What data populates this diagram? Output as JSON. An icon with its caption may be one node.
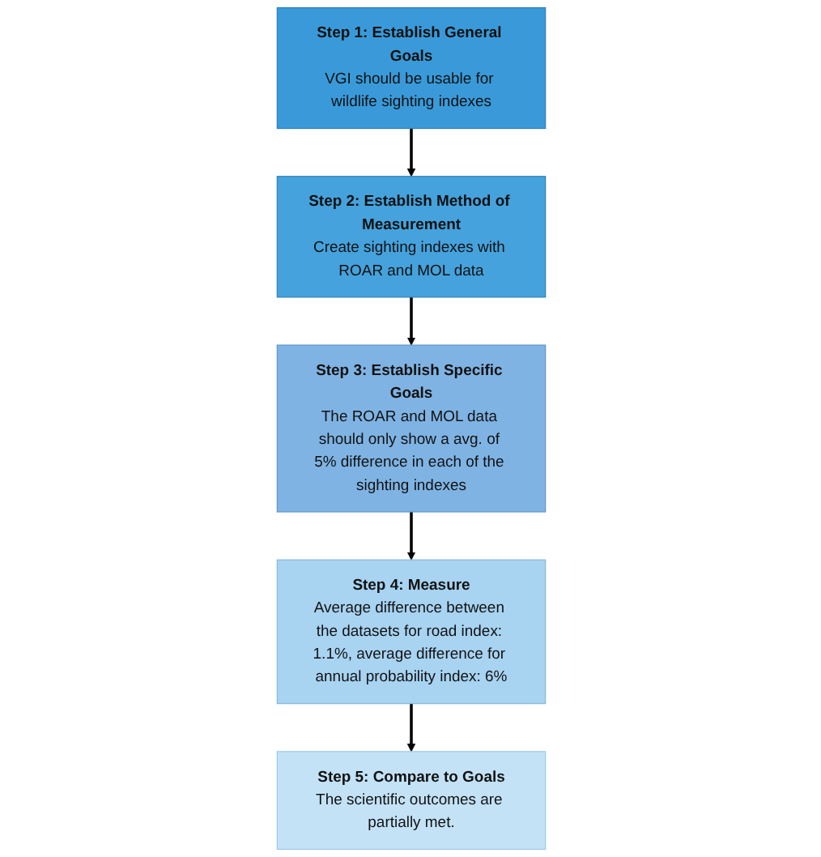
{
  "diagram": {
    "nodes": [
      {
        "text": [
          "Step 1: Establish General Goals",
          "VGI should be usable for wildlife sighting indexes"
        ]
      },
      {
        "text": [
          "Step 2: Establish Method of Measurement",
          "Create sighting indexes with ROAR and MOL data"
        ]
      },
      {
        "text": [
          "Step 3: Establish Specific Goals",
          "The ROAR and MOL data should only show a avg. of 5% difference in each of the sighting indexes"
        ]
      },
      {
        "text": [
          "Step 4: Measure",
          "Average difference between the datasets for road index: 1.1%, average difference for annual probability index: 6%"
        ]
      },
      {
        "text": [
          "Step 5: Compare to Goals",
          "The scientific outcomes are partially met."
        ]
      }
    ],
    "edges": [
      {
        "from": 0,
        "to": 1,
        "arrow": "to"
      },
      {
        "from": 1,
        "to": 2,
        "arrow": "to"
      },
      {
        "from": 2,
        "to": 3,
        "arrow": "to"
      },
      {
        "from": 3,
        "to": 4,
        "arrow": "to"
      }
    ]
  }
}
